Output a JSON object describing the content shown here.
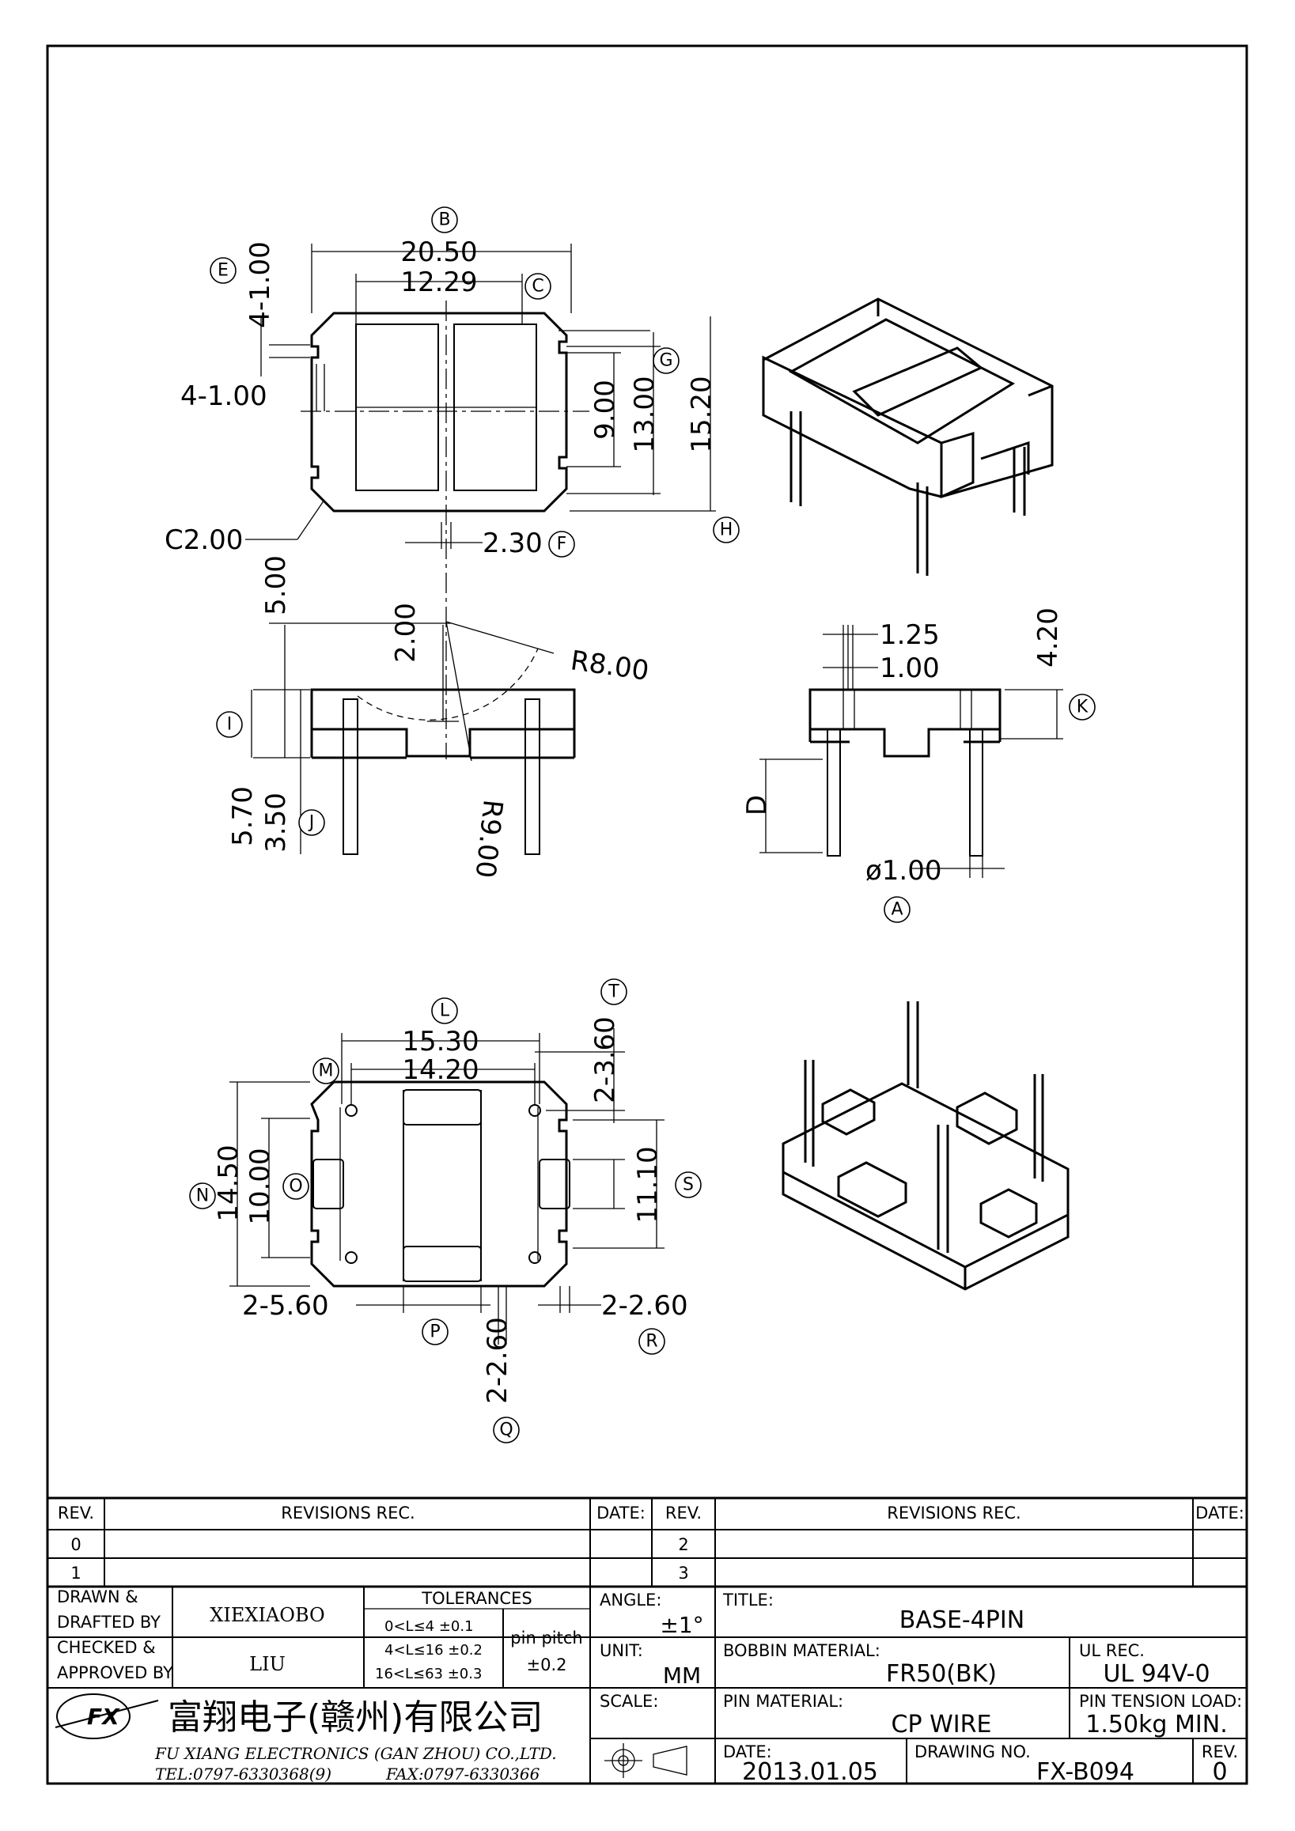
{
  "top_view": {
    "dims": {
      "width_20_50": "20.50",
      "window_12_29": "12.29",
      "top_slot": "4-1.00",
      "side_slot": "4-1.00",
      "slot_pitch_9": "9.00",
      "height_13": "13.00",
      "height_15_20": "15.20",
      "chamfer": "C2.00",
      "gap_2_30": "2.30"
    },
    "callouts": {
      "B": "B",
      "C": "C",
      "E": "E",
      "G": "G",
      "F": "F",
      "H": "H"
    }
  },
  "side_view": {
    "dims": {
      "offset_5": "5.00",
      "offset_2": "2.00",
      "r8": "R8.00",
      "r9": "R9.00",
      "h_5_70": "5.70",
      "h_3_50": "3.50"
    },
    "callouts": {
      "I": "I",
      "J": "J"
    }
  },
  "end_view": {
    "dims": {
      "d_1_25": "1.25",
      "d_1_00": "1.00",
      "h_4_20": "4.20",
      "pin_len": "D",
      "pin_dia": "ø1.00"
    },
    "callouts": {
      "K": "K",
      "A": "A"
    }
  },
  "bottom_view": {
    "dims": {
      "w_15_30": "15.30",
      "w_14_20": "14.20",
      "pin_3_60": "2-3.60",
      "h_14_50": "14.50",
      "h_10": "10.00",
      "h_11_10": "11.10",
      "w_5_60": "2-5.60",
      "r_2_60": "2-2.60",
      "q_2_60": "2-2.60"
    },
    "callouts": {
      "L": "L",
      "M": "M",
      "T": "T",
      "N": "N",
      "O": "O",
      "S": "S",
      "P": "P",
      "R": "R",
      "Q": "Q"
    }
  },
  "revisions": {
    "h_rev": "REV.",
    "h_rec": "REVISIONS   REC.",
    "h_date": "DATE:",
    "rows_left": [
      "0",
      "1"
    ],
    "rows_right": [
      "2",
      "3"
    ]
  },
  "title_block": {
    "drawn_label_1": "DRAWN  &",
    "drawn_label_2": "DRAFTED  BY",
    "drawn_by": "XIEXIAOBO",
    "checked_label_1": "CHECKED  &",
    "checked_label_2": "APPROVED  BY",
    "checked_by": "LIU",
    "tolerances_label": "TOLERANCES",
    "tol_1": "0<L≤4    ±0.1",
    "tol_2": "4<L≤16  ±0.2",
    "tol_3": "16<L≤63  ±0.3",
    "pin_pitch_label": "pin  pitch",
    "pin_pitch_value": "±0.2",
    "angle_label": "ANGLE:",
    "angle_value": "±1°",
    "unit_label": "UNIT:",
    "unit_value": "MM",
    "scale_label": "SCALE:",
    "title_label": "TITLE:",
    "title_value": "BASE-4PIN",
    "bobbin_label": "BOBBIN  MATERIAL:",
    "bobbin_value": "FR50(BK)",
    "ul_label": "UL  REC.",
    "ul_value": "UL  94V-0",
    "pin_material_label": "PIN  MATERIAL:",
    "pin_material_value": "CP  WIRE",
    "tension_label": "PIN  TENSION  LOAD:",
    "tension_value": "1.50kg  MIN.",
    "date_label": "DATE:",
    "date_value": "2013.01.05",
    "drawing_label": "DRAWING  NO.",
    "drawing_value": "FX-B094",
    "rev_label": "REV.",
    "rev_value": "0",
    "company_cn": "富翔电子(赣州)有限公司",
    "company_en": "FU  XIANG  ELECTRONICS  (GAN  ZHOU)  CO.,LTD.",
    "tel": "TEL:0797-6330368(9)",
    "fax": "FAX:0797-6330366",
    "logo_text": "FX"
  }
}
